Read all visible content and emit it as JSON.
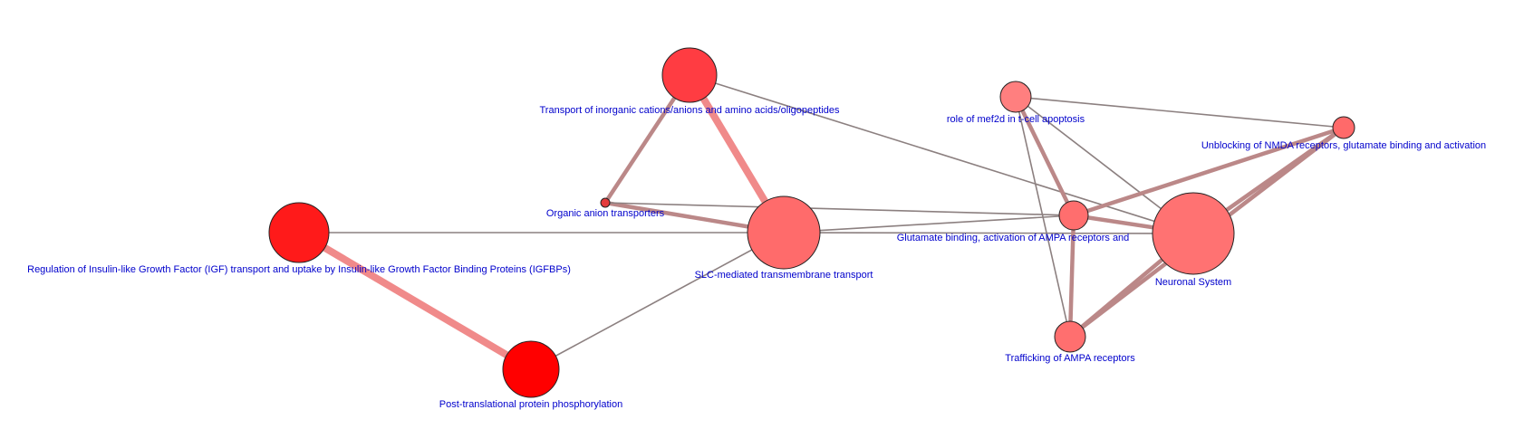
{
  "colors": {
    "label": "#0000cc",
    "edge_thin": "#8c8080",
    "edge_medium": "#bb8888",
    "edge_strong": "#f08a8a",
    "node_stroke": "#222222"
  },
  "nodes": [
    {
      "id": "transport_inorganic",
      "label": "Transport of inorganic cations/anions and amino acids/oligopeptides",
      "color": "#ff3c42"
    },
    {
      "id": "organic_anion",
      "label": "Organic anion transporters",
      "color": "#e43a3a"
    },
    {
      "id": "slc",
      "label": "SLC-mediated transmembrane transport",
      "color": "#ff6b6b"
    },
    {
      "id": "igf",
      "label": "Regulation of Insulin-like Growth Factor (IGF) transport and uptake by Insulin-like Growth Factor Binding Proteins (IGFBPs)",
      "color": "#ff1a1a"
    },
    {
      "id": "ptpp",
      "label": "Post-translational protein phosphorylation",
      "color": "#ff0000"
    },
    {
      "id": "mef2d",
      "label": "role of mef2d in t-cell apoptosis",
      "color": "#ff7f7f"
    },
    {
      "id": "nmda",
      "label": "Unblocking of NMDA receptors, glutamate binding and activation",
      "color": "#ff6a6a"
    },
    {
      "id": "glutamate",
      "label": "Glutamate binding, activation of AMPA receptors and",
      "color": "#ff6e6e"
    },
    {
      "id": "neuronal",
      "label": "Neuronal System",
      "color": "#ff7272"
    },
    {
      "id": "trafficking",
      "label": "Trafficking of AMPA receptors",
      "color": "#ff6f6f"
    }
  ],
  "edges": [
    {
      "source": "transport_inorganic",
      "target": "slc",
      "weight": "strong"
    },
    {
      "source": "transport_inorganic",
      "target": "organic_anion",
      "weight": "medium"
    },
    {
      "source": "transport_inorganic",
      "target": "neuronal",
      "weight": "thin"
    },
    {
      "source": "organic_anion",
      "target": "slc",
      "weight": "medium"
    },
    {
      "source": "organic_anion",
      "target": "glutamate",
      "weight": "thin"
    },
    {
      "source": "igf",
      "target": "ptpp",
      "weight": "strong"
    },
    {
      "source": "igf",
      "target": "slc",
      "weight": "thin"
    },
    {
      "source": "ptpp",
      "target": "slc",
      "weight": "thin"
    },
    {
      "source": "slc",
      "target": "neuronal",
      "weight": "thin"
    },
    {
      "source": "slc",
      "target": "glutamate",
      "weight": "thin"
    },
    {
      "source": "mef2d",
      "target": "nmda",
      "weight": "thin"
    },
    {
      "source": "mef2d",
      "target": "glutamate",
      "weight": "medium"
    },
    {
      "source": "mef2d",
      "target": "trafficking",
      "weight": "thin"
    },
    {
      "source": "mef2d",
      "target": "neuronal",
      "weight": "thin"
    },
    {
      "source": "nmda",
      "target": "glutamate",
      "weight": "medium"
    },
    {
      "source": "nmda",
      "target": "neuronal",
      "weight": "medium"
    },
    {
      "source": "nmda",
      "target": "trafficking",
      "weight": "medium"
    },
    {
      "source": "glutamate",
      "target": "neuronal",
      "weight": "medium"
    },
    {
      "source": "glutamate",
      "target": "trafficking",
      "weight": "medium"
    },
    {
      "source": "trafficking",
      "target": "neuronal",
      "weight": "medium"
    }
  ]
}
